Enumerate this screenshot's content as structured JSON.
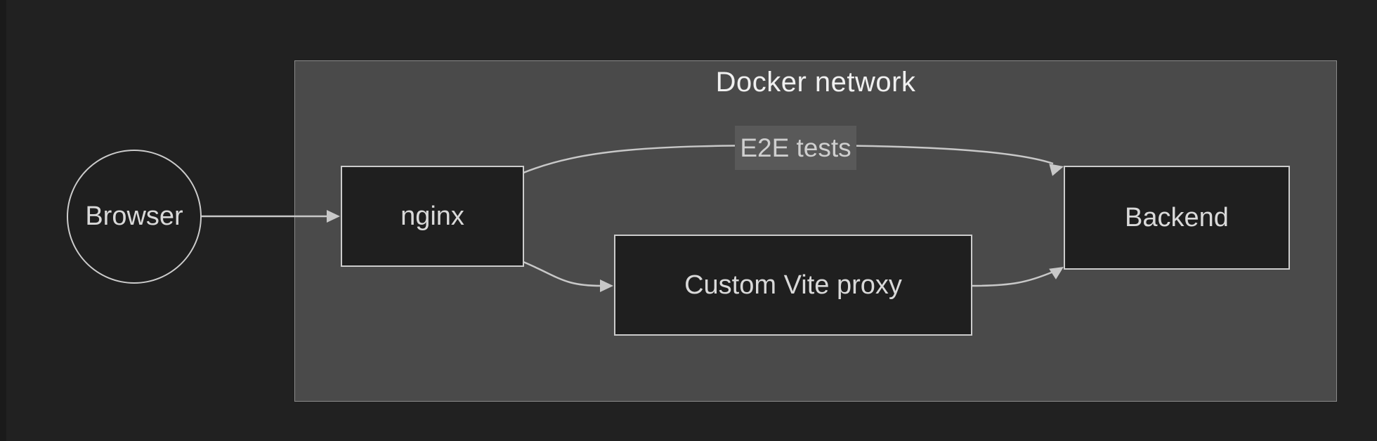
{
  "diagram": {
    "type": "flowchart",
    "direction": "left-to-right",
    "cluster": {
      "title": "Docker network"
    },
    "nodes": [
      {
        "id": "browser",
        "label": "Browser",
        "shape": "circle",
        "in_cluster": false
      },
      {
        "id": "nginx",
        "label": "nginx",
        "shape": "rect",
        "in_cluster": true
      },
      {
        "id": "vite",
        "label": "Custom Vite proxy",
        "shape": "rect",
        "in_cluster": true
      },
      {
        "id": "backend",
        "label": "Backend",
        "shape": "rect",
        "in_cluster": true
      }
    ],
    "edges": [
      {
        "from": "browser",
        "to": "nginx",
        "label": ""
      },
      {
        "from": "nginx",
        "to": "backend",
        "label": "E2E tests"
      },
      {
        "from": "nginx",
        "to": "vite",
        "label": ""
      },
      {
        "from": "vite",
        "to": "backend",
        "label": ""
      }
    ]
  },
  "colors": {
    "page_bg": "#212121",
    "left_strip": "#1a1a1a",
    "cluster_fill": "#4a4a4a",
    "cluster_border": "#8a8a8a",
    "node_fill": "#1f1f1f",
    "node_border": "#cccccc",
    "node_text": "#d9d9d9",
    "edge_stroke": "#c8c8c8",
    "edge_label_bg": "#595959",
    "edge_label_text": "#cfcfcf",
    "title_text": "#f0f0f0"
  }
}
